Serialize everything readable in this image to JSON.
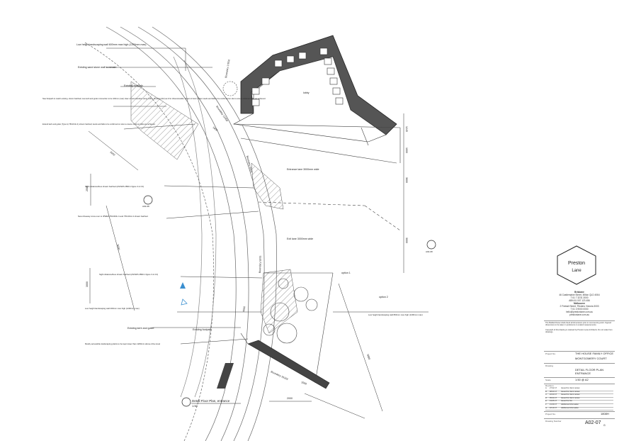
{
  "logo": {
    "line1": "Preston",
    "line2": "Lane"
  },
  "plan": {
    "detail_title": "Detail Floor Plan, entrance",
    "detail_scale": "1:50",
    "labels": {
      "low_height_top": "Low height landscaping wall 600mm max high (1200mm max)",
      "existing_sand_stone": "Existing sand stone wall to remain",
      "existing_footpath": "Existing footpath",
      "new_footpath": "New footpath to match existing. shown hatched; new kerb and gutter connection to be 100mm (max) clear of new transition using rubber dressing (D2) as & for dimensionable. Extent of storm water needs and falls to be confirmed on site to ensure minimum falls are achieved.",
      "extend_kerb": "Extend kerb and gutter (Type A) 750-R14-r1) shown hatched; levels and falls to be confirmed on site to ensure minimum falls are achieved.",
      "sight_distance_1": "Sight distance/lines shown hatched (AS/NZS 2890.1 figure 3.2-3.3)",
      "new_driveway": "New driveway cross over to IPWEA 750-R04-r1 and 750-R14-r1 shown hatched",
      "sight_distance_2": "Sight distance/lines shown hatched (AS/NZS 2890.1 figure 3.2-3.3)",
      "low_height_lower": "Low height landscaping wall 200mm max high (1200mm max)",
      "existing_kerb": "Existing kerb and gutter",
      "existing_footpath_2": "Existing footpath",
      "mostly_landscaping": "Mostly accessible landscaping plants to be kept lower than 1200mm above drive level",
      "low_height_right": "Low height landscaping wall 800mm max high (1200mm max)",
      "entrance_lane": "Entrance lane 3000mm wide",
      "exit_lane": "Exit lane 3000mm wide",
      "boundary_top": "Boundary 17810",
      "boundary_left": "Boundary 12300",
      "boundary_mid": "Boundary 8200",
      "boundary_low": "Boundary 5975",
      "boundary_bottom": "Boundary 10163",
      "lobby": "lobby",
      "section_ref_1": "A02-08",
      "section_ref_2": "A02-08",
      "dim_3000_a": "3000",
      "dim_3000_b": "3000",
      "dim_2500": "2500",
      "dim_1000": "1000",
      "dim_5000": "5000",
      "dim_2000": "2000",
      "dim_4000": "4000",
      "dim_3600": "3600",
      "dim_1245": "1245",
      "dim_5680": "5680",
      "dim_1900": "1900",
      "dim_3000_c": "3000",
      "dim_1500": "1500",
      "option_1": "option 1",
      "option_2": "option 2"
    }
  },
  "title_block": {
    "address_lines": [
      "Brisbane",
      "46 Castlemaine Street, Milton QLD 4064",
      "T 61 7 3231 3000",
      "ABN 61 007 123 456",
      "Melbourne",
      "2 Fireball Street, Flinders Victoria 3003",
      "T 61 3 9000 0000",
      "hello@prestonlane.com.au",
      "prestonlane.com.au"
    ],
    "copyright": "The Builder/Owner shall check all dimensions prior to commencing work. Figured dimensions to be taken in preference to scaled measurements.",
    "copyright2": "Copyright of this drawing is retained by Preston Lane Architects. Do not scale from drawings.",
    "project_label": "Project No.",
    "project_name": "THE HOUSE FAMILY OFFICE",
    "project_sub": "MONTGOMERY COURT",
    "drawing_label": "Drawing",
    "drawing_title": "DETAIL FLOOR PLAN",
    "drawing_title_2": "ENTRANCE",
    "scale_label": "Scale",
    "scale_value": "1:50 @ A2",
    "revision_label": "Revision",
    "revisions": [
      [
        "A",
        "27.02.17",
        "Issued for client review"
      ],
      [
        "B",
        "08.03.17",
        "Issued for client review"
      ],
      [
        "C",
        "22.03.17",
        "Issued for client review"
      ],
      [
        "D",
        "05.04.17",
        "Issued for client review"
      ],
      [
        "E",
        "19.05.17",
        "Issued for DA"
      ],
      [
        "F",
        "21.09.17",
        "Additional information"
      ],
      [
        "G",
        "18.10.17",
        "Additional information"
      ]
    ],
    "project_no_label": "Project No.",
    "project_no": "1808H",
    "drawing_no_label": "Drawing Number",
    "drawing_no": "A02-07",
    "drawing_rev": "G"
  }
}
